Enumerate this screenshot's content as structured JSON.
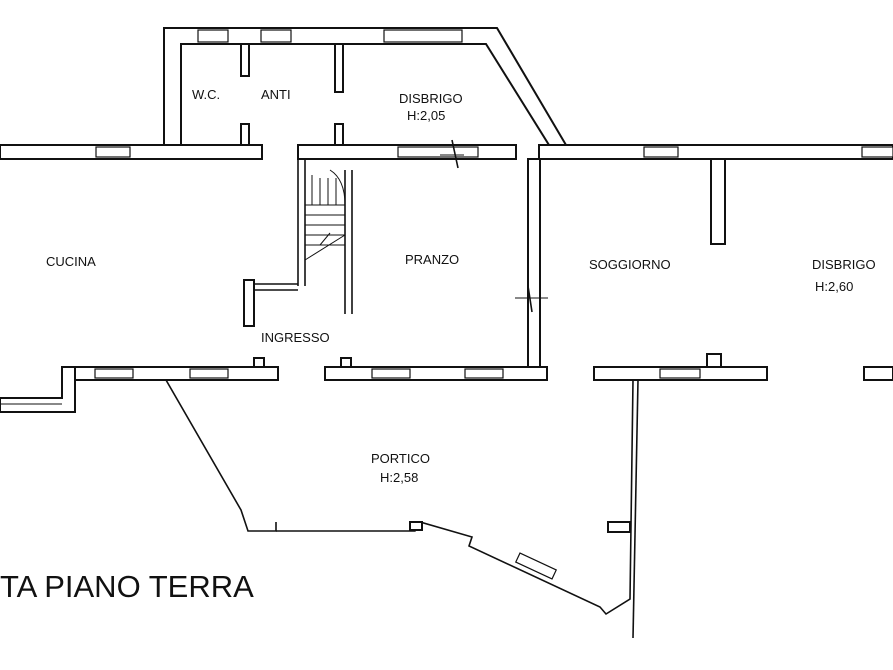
{
  "rooms": {
    "wc": "W.C.",
    "anti": "ANTI",
    "disbrigo_top": "DISBRIGO",
    "disbrigo_top_height": "H:2,05",
    "cucina": "CUCINA",
    "pranzo": "PRANZO",
    "soggiorno": "SOGGIORNO",
    "disbrigo_right": "DISBRIGO",
    "disbrigo_right_height": "H:2,60",
    "ingresso": "INGRESSO",
    "portico": "PORTICO",
    "portico_height": "H:2,58"
  },
  "title": "TA PIANO TERRA"
}
